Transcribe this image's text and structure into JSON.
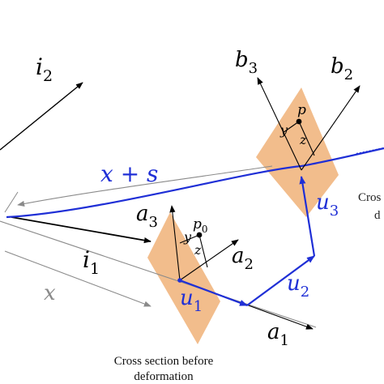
{
  "colors": {
    "plane_fill": "#f2bd8c",
    "blue": "#1f2fd6",
    "gray": "#8a8a8a",
    "black": "#000000"
  },
  "labels": {
    "i2": {
      "base": "i",
      "sub": "2"
    },
    "i1": {
      "base": "i",
      "sub": "1"
    },
    "b3": {
      "base": "b",
      "sub": "3"
    },
    "b2": {
      "base": "b",
      "sub": "2"
    },
    "a3": {
      "base": "a",
      "sub": "3"
    },
    "a2": {
      "base": "a",
      "sub": "2"
    },
    "a1": {
      "base": "a",
      "sub": "1"
    },
    "u1": {
      "base": "u",
      "sub": "1"
    },
    "u2": {
      "base": "u",
      "sub": "2"
    },
    "u3": {
      "base": "u",
      "sub": "3"
    },
    "p0": {
      "base": "p",
      "sub": "0"
    },
    "p": "p",
    "y_before": "y",
    "z_before": "z",
    "y_after": "y",
    "z_after": "z",
    "x_plus_s": "x + s",
    "x": "x"
  },
  "captions": {
    "before_line1": "Cross section before",
    "before_line2": "deformation",
    "after_line1": "Cros",
    "after_line2": "d"
  }
}
